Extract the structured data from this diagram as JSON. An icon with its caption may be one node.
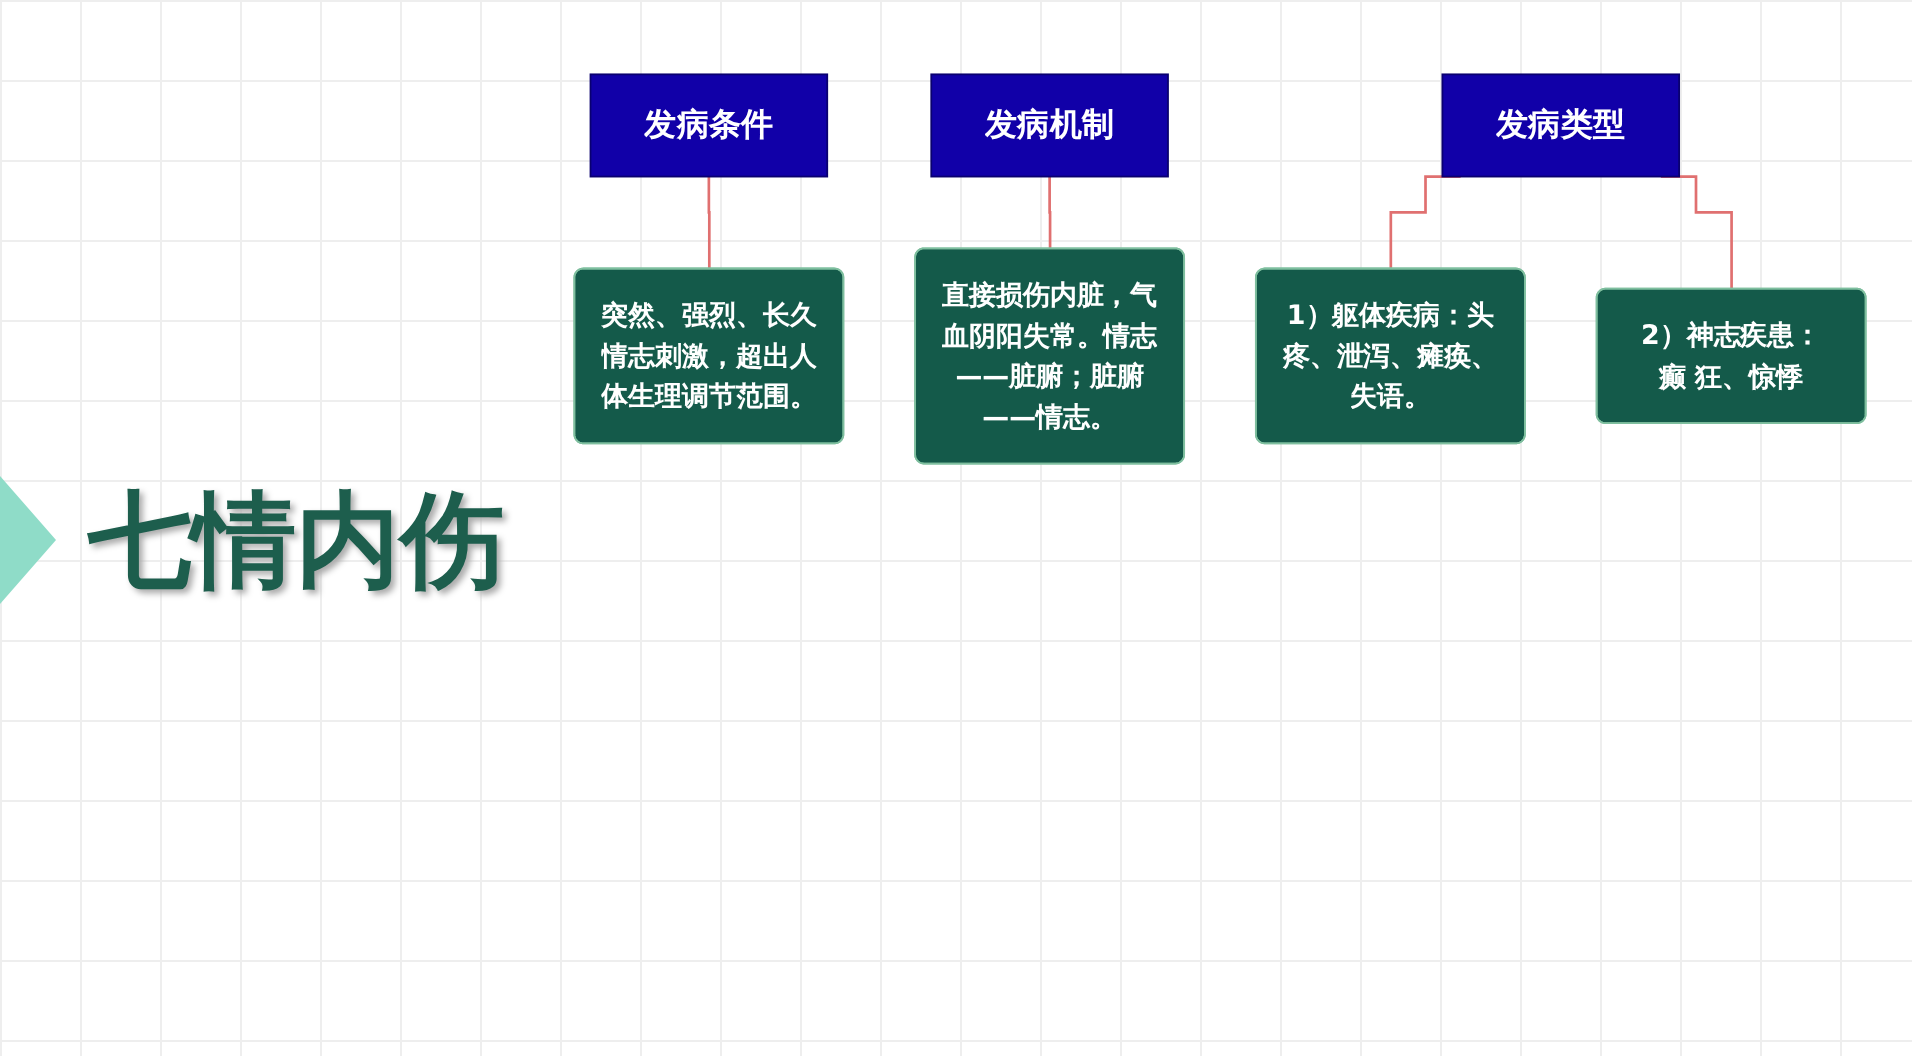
{
  "diagram": {
    "title": "七情内伤",
    "nodes": [
      {
        "text": [
          "发病条件"
        ]
      },
      {
        "text": [
          "突然、强烈、长久情志刺激，超出人体生理调节范围。"
        ]
      },
      {
        "text": [
          "发病机制"
        ]
      },
      {
        "text": [
          "直接损伤内脏，气血阴阳失常。情志——脏腑；脏腑——情志。"
        ]
      },
      {
        "text": [
          "发病类型"
        ]
      },
      {
        "text": [
          "1）躯体疾病：头疼、泄泻、瘫痪、失语。"
        ]
      },
      {
        "text": [
          "2）神志疾患：癫 狂、惊悸"
        ]
      }
    ],
    "edges": [
      {
        "from": 0,
        "to": 1,
        "arrow": "none"
      },
      {
        "from": 2,
        "to": 3,
        "arrow": "none"
      },
      {
        "from": 4,
        "to": 5,
        "arrow": "none"
      },
      {
        "from": 4,
        "to": 6,
        "arrow": "none"
      }
    ]
  }
}
